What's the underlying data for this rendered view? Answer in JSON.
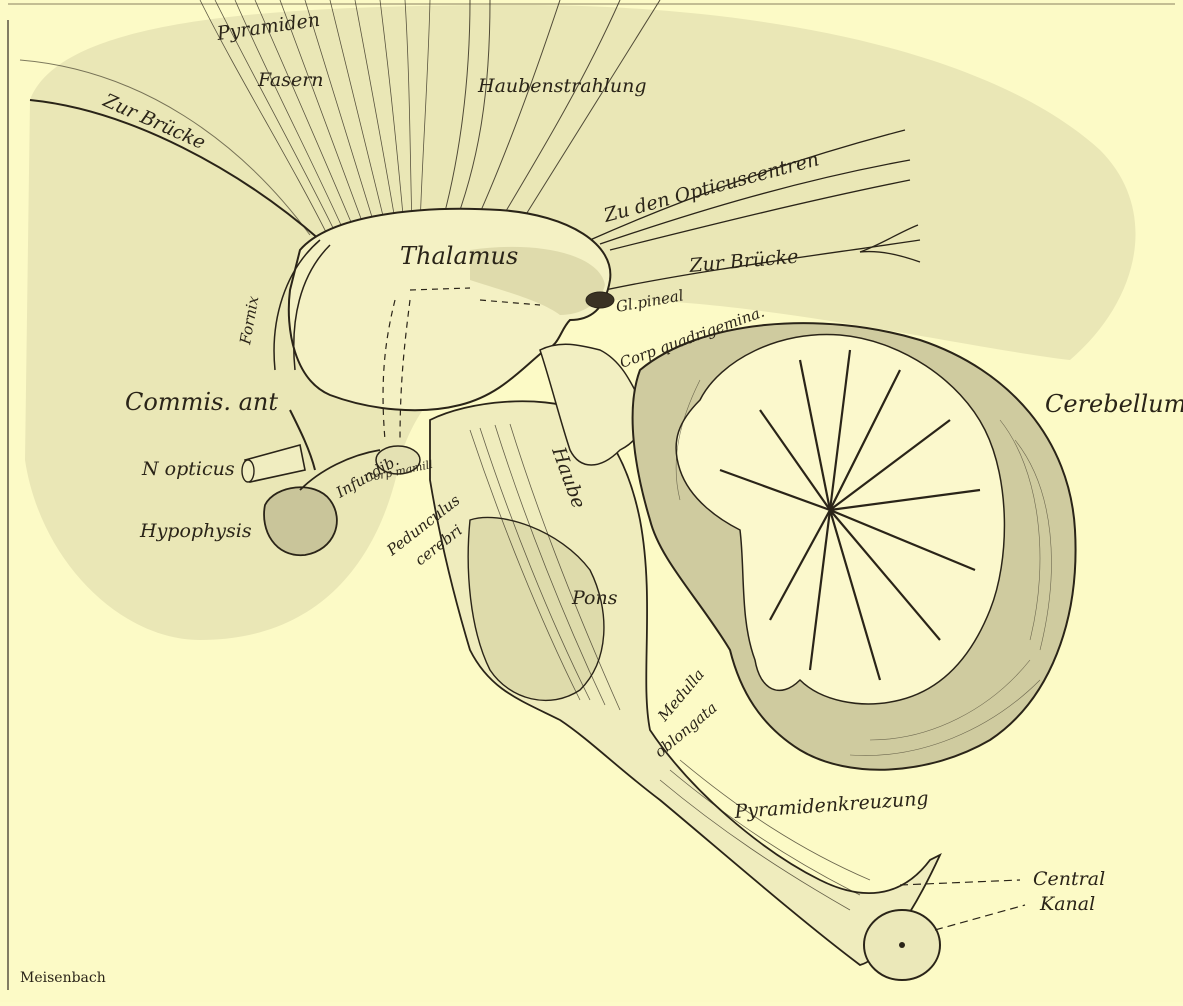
{
  "labels": {
    "pyramiden_fasern_1": "Pyramiden",
    "pyramiden_fasern_2": "Fasern",
    "haubenstrahlung": "Haubenstrahlung",
    "zur_bruecke_top": "Zur Brücke",
    "zu_den_opticuscentren": "Zu den Opticuscentren",
    "zur_bruecke_right": "Zur Brücke",
    "thalamus": "Thalamus",
    "fornix": "Fornix",
    "gl_pineal": "Gl.pineal",
    "corp_quadrigemina": "Corp quadrigemina.",
    "cerebellum": "Cerebellum",
    "commis_ant": "Commis. ant",
    "n_opticus": "N opticus",
    "corp_mamill": "Corp mamill",
    "infundib": "Infundib.",
    "hypophysis": "Hypophysis",
    "pedunculus_1": "Pedunculus",
    "pedunculus_2": "cerebri",
    "haube": "Haube",
    "pons": "Pons",
    "medulla_1": "Medulla",
    "medulla_2": "oblongata",
    "pyramidenkreuzung": "Pyramidenkreuzung",
    "central_1": "Central",
    "central_2": "Kanal",
    "signature": "Meisenbach"
  },
  "colors": {
    "paper": "#fcfac6",
    "ink": "#2a2418",
    "shade": "#d9d6a6",
    "shade_dark": "#b9b48a"
  }
}
